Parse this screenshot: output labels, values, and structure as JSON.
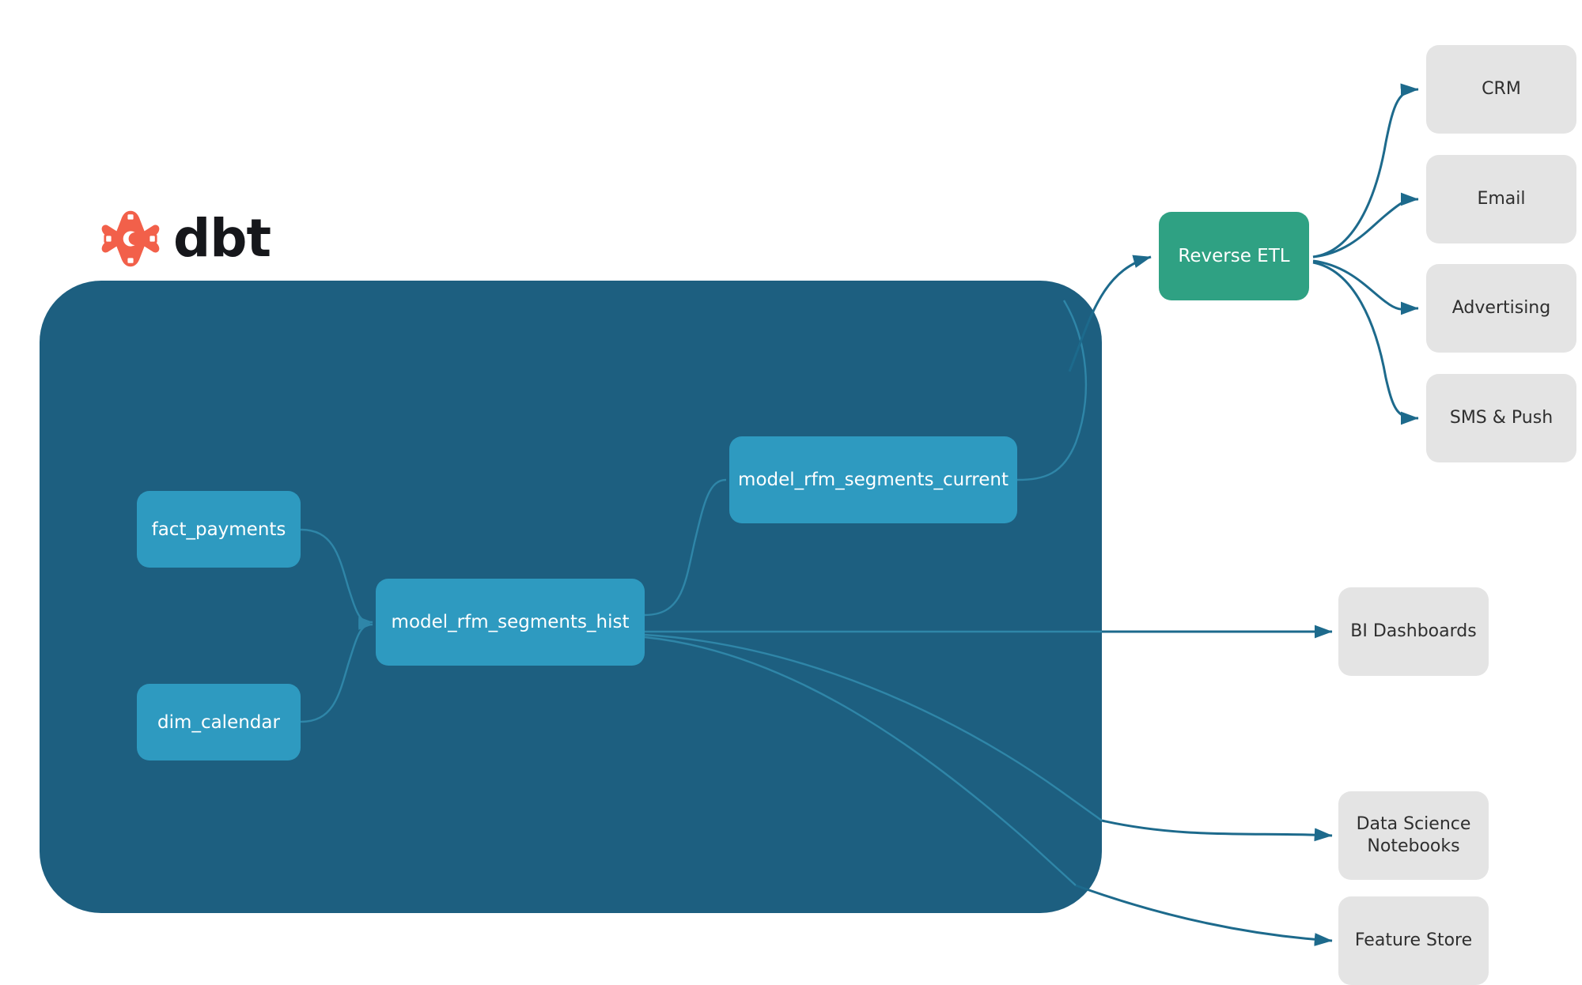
{
  "brand": {
    "logo_icon": "dbt-logo-icon",
    "wordmark": "dbt"
  },
  "colors": {
    "container_bg": "#1d5f80",
    "model_node": "#2e9ac0",
    "platform_node": "#2fa183",
    "destination_node": "#e4e4e4",
    "edge": "#1d6a8c",
    "inner_edge": "#2f86a8",
    "logo_orange": "#f2604a",
    "canvas_bg": "#ffffff"
  },
  "project_container": {
    "name": "dbt-project-container"
  },
  "models": [
    {
      "id": "fact_payments",
      "label": "fact_payments"
    },
    {
      "id": "dim_calendar",
      "label": "dim_calendar"
    },
    {
      "id": "model_rfm_segments_hist",
      "label": "model_rfm_segments_hist"
    },
    {
      "id": "model_rfm_segments_current",
      "label": "model_rfm_segments_current"
    }
  ],
  "platform": {
    "reverse_etl": "Reverse ETL"
  },
  "activation_destinations": [
    {
      "id": "crm",
      "label": "CRM"
    },
    {
      "id": "email",
      "label": "Email"
    },
    {
      "id": "advertising",
      "label": "Advertising"
    },
    {
      "id": "sms_push",
      "label": "SMS & Push"
    }
  ],
  "analytics_destinations": [
    {
      "id": "bi_dashboards",
      "label": "BI Dashboards"
    },
    {
      "id": "ds_notebooks",
      "label_line1": "Data Science",
      "label_line2": "Notebooks"
    },
    {
      "id": "feature_store",
      "label": "Feature Store"
    }
  ],
  "edges": [
    {
      "from": "fact_payments",
      "to": "model_rfm_segments_hist"
    },
    {
      "from": "dim_calendar",
      "to": "model_rfm_segments_hist"
    },
    {
      "from": "model_rfm_segments_hist",
      "to": "model_rfm_segments_current"
    },
    {
      "from": "model_rfm_segments_current",
      "to": "reverse_etl"
    },
    {
      "from": "model_rfm_segments_hist",
      "to": "bi_dashboards"
    },
    {
      "from": "model_rfm_segments_hist",
      "to": "ds_notebooks"
    },
    {
      "from": "model_rfm_segments_hist",
      "to": "feature_store"
    },
    {
      "from": "reverse_etl",
      "to": "crm"
    },
    {
      "from": "reverse_etl",
      "to": "email"
    },
    {
      "from": "reverse_etl",
      "to": "advertising"
    },
    {
      "from": "reverse_etl",
      "to": "sms_push"
    }
  ]
}
